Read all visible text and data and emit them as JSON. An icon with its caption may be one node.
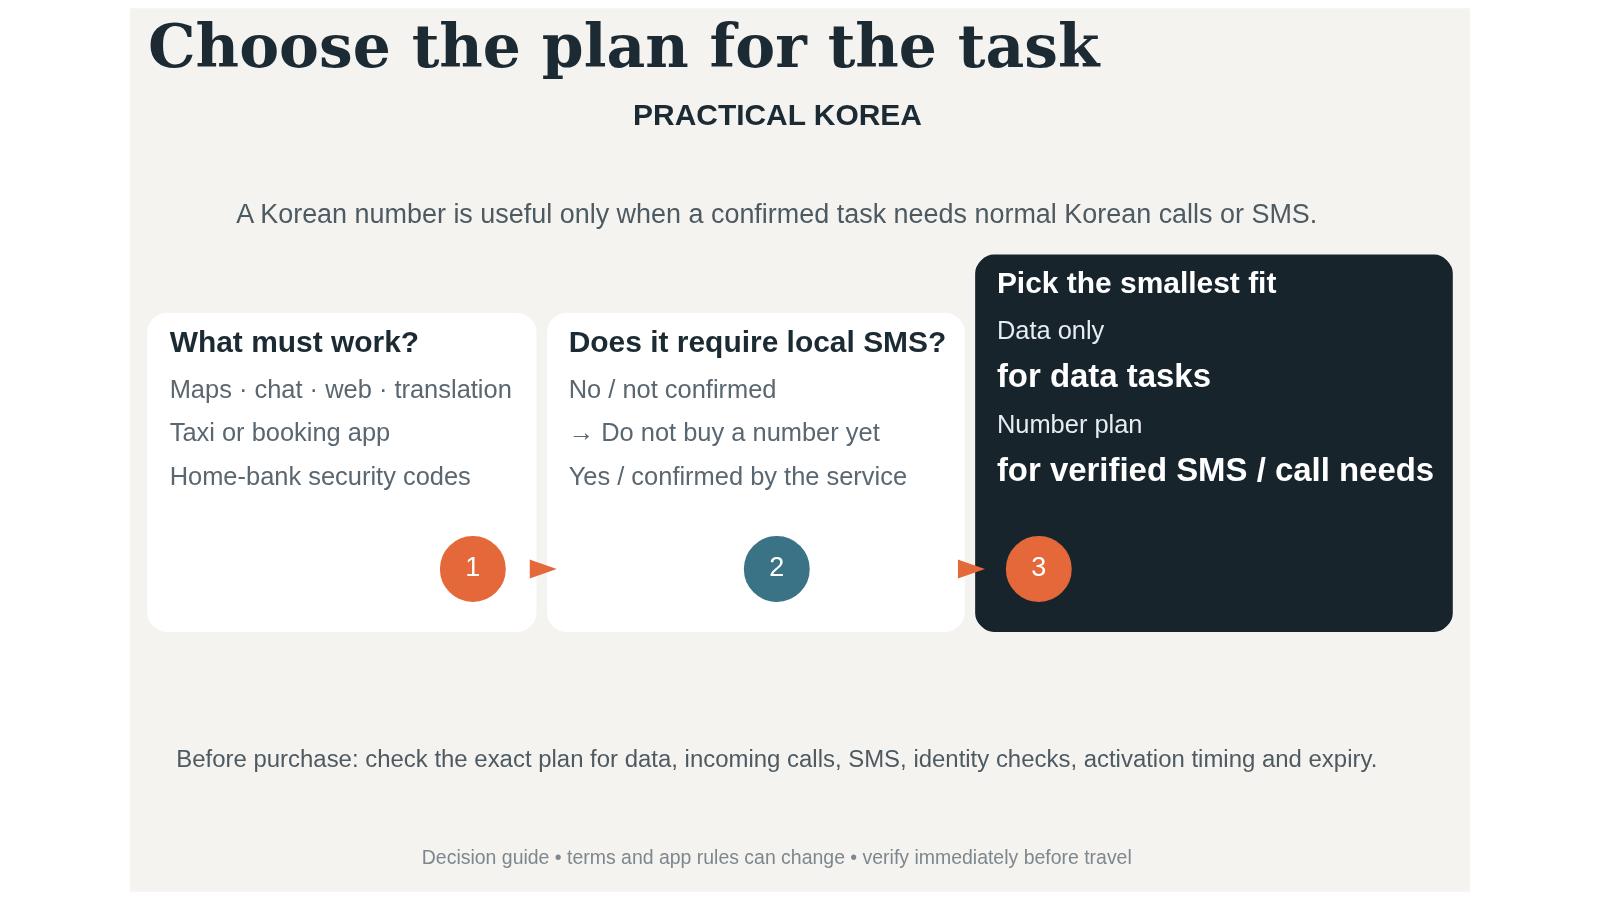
{
  "diagram": {
    "title": "Choose the plan for the task",
    "nodes": [
      {
        "text": [
          "What must work?",
          "Maps · chat · web · translation",
          "Taxi or booking app",
          "Home-bank security codes"
        ]
      },
      {
        "text": [
          "1"
        ],
        "in": 0
      },
      {
        "text": [
          "Does it require local SMS?",
          "No / not confirmed",
          "→ Do not buy a number yet",
          "Yes / confirmed by the service"
        ]
      },
      {
        "text": [
          "2"
        ],
        "in": 2
      },
      {
        "text": [
          "Pick the smallest fit",
          "Data only",
          "for data tasks",
          "Number plan",
          "for verified SMS / call needs"
        ]
      },
      {
        "text": [
          "3"
        ],
        "in": 4
      }
    ],
    "edges": [
      {
        "from": 0,
        "to": 2,
        "arrow": "to"
      },
      {
        "from": 2,
        "to": 4,
        "arrow": "to"
      }
    ],
    "labels": [
      "PRACTICAL KOREA",
      "A Korean number is useful only when a confirmed task needs normal Korean calls or SMS.",
      "Before purchase: check the exact plan for data, incoming calls, SMS, identity checks, activation timing and expiry.",
      "Decision guide • terms and app rules can change • verify immediately before travel"
    ]
  }
}
